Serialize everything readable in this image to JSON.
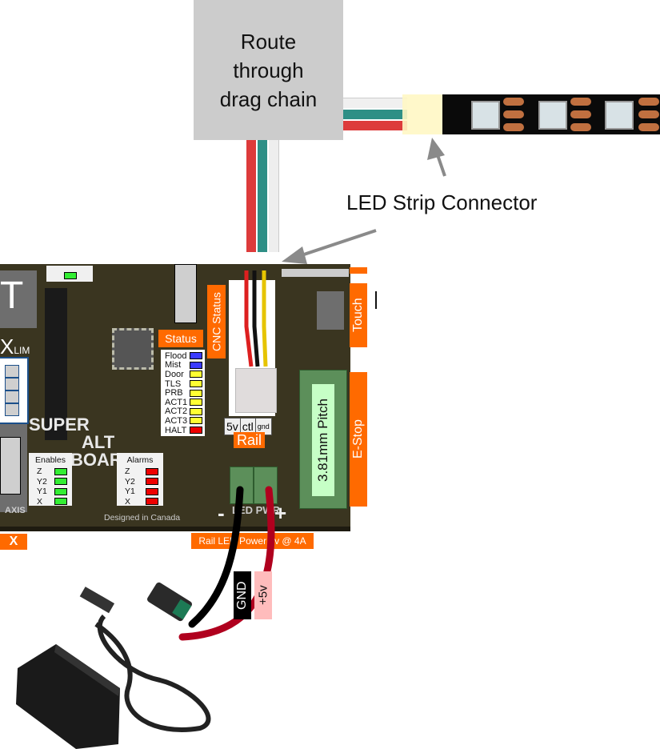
{
  "diagram": {
    "route_box": {
      "text": "Route\nthrough\ndrag chain"
    },
    "led_strip_connector_label": "LED Strip Connector",
    "board": {
      "name_lines": [
        "SUPER",
        "ALT",
        "BOARD"
      ],
      "designed_in": "Designed in Canada",
      "axis_label": "AXIS",
      "x_lim_label": "X",
      "lim_label": "LIM",
      "x_tab_label": "X"
    },
    "status_panel": {
      "title": "Status",
      "items": [
        {
          "label": "Flood",
          "color": "#3b3bff"
        },
        {
          "label": "Mist",
          "color": "#3b3bff"
        },
        {
          "label": "Door",
          "color": "#ffff33"
        },
        {
          "label": "TLS",
          "color": "#ffff33"
        },
        {
          "label": "PRB",
          "color": "#ffff33"
        },
        {
          "label": "ACT1",
          "color": "#ffff33"
        },
        {
          "label": "ACT2",
          "color": "#ffff33"
        },
        {
          "label": "ACT3",
          "color": "#ffff33"
        },
        {
          "label": "HALT",
          "color": "#ee0000"
        }
      ]
    },
    "cnc_status_label": "CNC Status",
    "enables_panel": {
      "title": "Enables",
      "items": [
        {
          "label": "Z",
          "color": "#33ee33"
        },
        {
          "label": "Y2",
          "color": "#33ee33"
        },
        {
          "label": "Y1",
          "color": "#33ee33"
        },
        {
          "label": "X",
          "color": "#33ee33"
        }
      ]
    },
    "alarms_panel": {
      "title": "Alarms",
      "items": [
        {
          "label": "Z",
          "color": "#ee0000"
        },
        {
          "label": "Y2",
          "color": "#ee0000"
        },
        {
          "label": "Y1",
          "color": "#ee0000"
        },
        {
          "label": "X",
          "color": "#ee0000"
        }
      ]
    },
    "rail_connector": {
      "pins": [
        "5v",
        "ctl",
        "gnd"
      ],
      "label": "Rail"
    },
    "touch_label": "Touch",
    "estop_label": "E-Stop",
    "estop_pitch_label": "3.81mm Pitch",
    "rail_power_label": "Rail LED Power 5v @ 4A",
    "power_terminal": {
      "minus": "-",
      "plus": "+",
      "silk": "LED PWR"
    },
    "wire_labels": {
      "gnd": "GND",
      "plus5v": "+5v"
    },
    "colors": {
      "orange": "#ff6a00",
      "gray_box": "#cccccc",
      "wire_red": "#b0001e",
      "wire_black": "#000000",
      "wire_yellow": "#e6c400",
      "gnd_label_bg": "#000000",
      "plus5v_label_bg": "#ffbcbc",
      "pitch_label_bg": "#c6ffc6"
    }
  }
}
